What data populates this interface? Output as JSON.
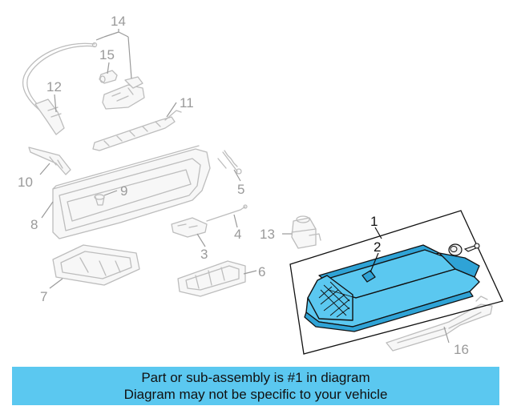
{
  "diagram": {
    "callouts": [
      {
        "label": "1",
        "active": true
      },
      {
        "label": "2",
        "active": true
      },
      {
        "label": "3",
        "active": false
      },
      {
        "label": "4",
        "active": false
      },
      {
        "label": "5",
        "active": false
      },
      {
        "label": "6",
        "active": false
      },
      {
        "label": "7",
        "active": false
      },
      {
        "label": "8",
        "active": false
      },
      {
        "label": "9",
        "active": false
      },
      {
        "label": "10",
        "active": false
      },
      {
        "label": "11",
        "active": false
      },
      {
        "label": "12",
        "active": false
      },
      {
        "label": "13",
        "active": false
      },
      {
        "label": "14",
        "active": false
      },
      {
        "label": "15",
        "active": false
      },
      {
        "label": "16",
        "active": false
      }
    ],
    "highlight_color": "#5bc8f0",
    "ghost_color": "#bdbdbd"
  },
  "banner": {
    "line1": "Part or sub-assembly is #1 in diagram",
    "line2": "Diagram may not be specific to your vehicle",
    "color": "#5bc8f0"
  }
}
